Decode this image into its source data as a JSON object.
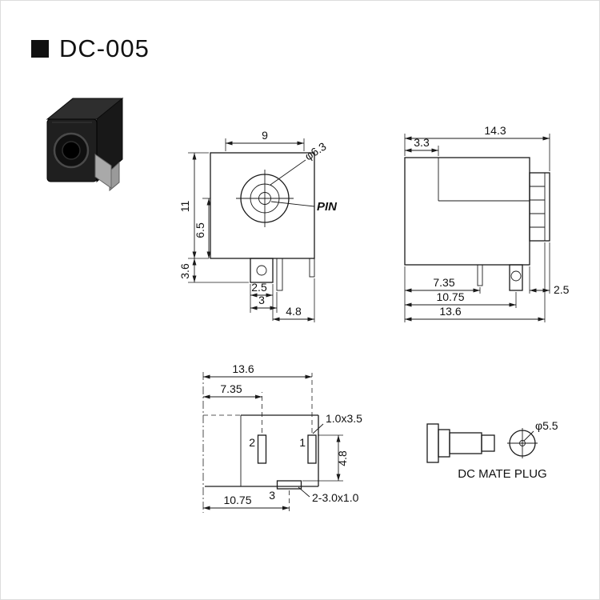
{
  "title": "DC-005",
  "front_view": {
    "width": "9",
    "height": "11",
    "center_height": "6.5",
    "tab_height": "3.6",
    "hole_dia": "φ6.3",
    "pin": "PIN",
    "tab_width": "2.5",
    "pin_offset": "3",
    "pin_span": "4.8"
  },
  "side_view": {
    "overall": "14.3",
    "flange": "3.3",
    "pin1_pos": "7.35",
    "barrel_len": "2.5",
    "pin3_pos": "10.75",
    "body_len": "13.6"
  },
  "bottom_view": {
    "len": "13.6",
    "pin2_pos": "7.35",
    "pin3_pos": "10.75",
    "pin1": "1",
    "pin2": "2",
    "pin3": "3",
    "pin_size": "1.0x3.5",
    "row_gap": "4.8",
    "pin3_size": "2-3.0x1.0"
  },
  "plug": {
    "dia": "φ5.5",
    "caption": "DC MATE PLUG"
  }
}
